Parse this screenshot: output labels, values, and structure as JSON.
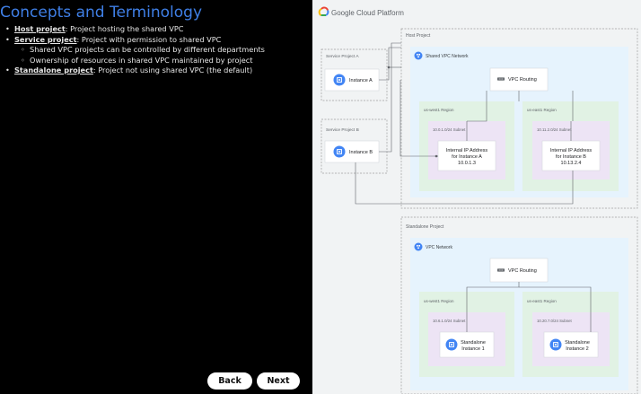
{
  "slide": {
    "title": "Concepts and Terminology",
    "bullets": [
      {
        "term": "Host project",
        "text": ": Project hosting the shared VPC"
      },
      {
        "term": "Service project",
        "text": ": Project with permission to shared VPC"
      },
      {
        "text": "Shared VPC projects can be controlled by different departments"
      },
      {
        "text": "Ownership of resources in shared VPC maintained by project"
      },
      {
        "term": "Standalone project",
        "text": ": Project not using shared VPC (the default)"
      }
    ]
  },
  "navigation": {
    "back_label": "Back",
    "next_label": "Next"
  },
  "diagram": {
    "logo": {
      "name": "google-cloud-logo",
      "text": "Google Cloud Platform"
    },
    "service_project_a": {
      "label": "Service Project A",
      "instance": "Instance A"
    },
    "service_project_b": {
      "label": "Service Project B",
      "instance": "Instance B"
    },
    "host_project": {
      "label": "Host Project",
      "vpc_label": "Shared VPC Network",
      "routing": "VPC Routing",
      "region_1": "us-west1 Region",
      "region_2": "us-east1 Region",
      "subnet_1": "10.0.1.0/24 Subnet",
      "subnet_2": "10.11.2.0/24 Subnet",
      "ip_a": {
        "line1": "Internal IP Address",
        "line2": "for Instance A",
        "line3": "10.0.1.3"
      },
      "ip_b": {
        "line1": "Internal IP Address",
        "line2": "for Instance B",
        "line3": "10.13.2.4"
      }
    },
    "standalone_project": {
      "label": "Standalone Project",
      "vpc_label": "VPC Network",
      "routing": "VPC Routing",
      "region_1": "us-west1 Region",
      "region_2": "us-east1 Region",
      "subnet_1": "10.6.1.0/24 Subnet",
      "subnet_2": "10.20.7.0/24 Subnet",
      "instance_1": {
        "line1": "Standalone",
        "line2": "Instance 1"
      },
      "instance_2": {
        "line1": "Standalone",
        "line2": "Instance 2"
      }
    },
    "colors": {
      "panel_bg": "#f1f3f4",
      "project_border": "#9e9e9e",
      "vpc_fill": "#e6f3fd",
      "region_fill": "#e1f2e4",
      "subnet_fill": "#ede4f5",
      "google_blue": "#4285f4",
      "google_red": "#ea4335",
      "google_yellow": "#fbbc05",
      "google_green": "#34a853",
      "title_blue": "#3f7fe6"
    }
  }
}
